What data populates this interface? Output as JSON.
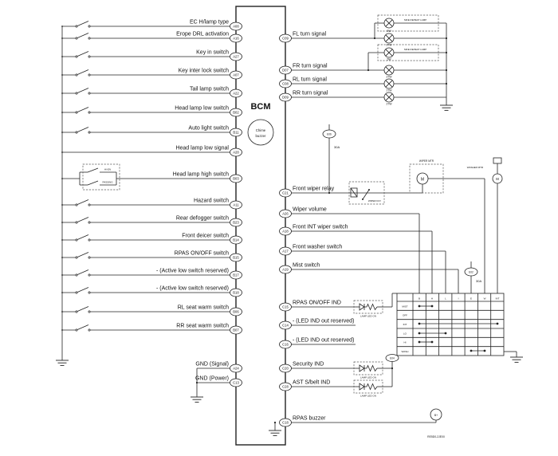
{
  "bcm": {
    "label": "BCM",
    "chime_line1": "Chime",
    "chime_line2": "buzzer"
  },
  "left_rows": [
    {
      "label": "EC H/lamp type",
      "pin": "A08"
    },
    {
      "label": "Erope DRL activation",
      "pin": "A16"
    },
    {
      "label": "Key in switch",
      "pin": "A27"
    },
    {
      "label": "Key inter lock switch",
      "pin": "A07"
    },
    {
      "label": "Tail lamp switch",
      "pin": "A22"
    },
    {
      "label": "Head lamp low switch",
      "pin": "B02"
    },
    {
      "label": "Auto light switch",
      "pin": "B11"
    },
    {
      "label": "Head lamp low signal",
      "pin": "A28"
    },
    {
      "label": "Head lamp high switch",
      "pin": "B03"
    },
    {
      "label": "Hazard switch",
      "pin": "A11"
    },
    {
      "label": "Rear defogger switch",
      "pin": "B23"
    },
    {
      "label": "Front deicer switch",
      "pin": "B14"
    },
    {
      "label": "RPAS ON/OFF switch",
      "pin": "B15"
    },
    {
      "label": "- (Active low switch reserved)",
      "pin": "B17"
    },
    {
      "label": "- (Active low switch reserved)",
      "pin": "B18"
    },
    {
      "label": "RL seat warm switch",
      "pin": "B06"
    },
    {
      "label": "RR seat warm switch",
      "pin": "B07"
    },
    {
      "label": "GND (Signal)",
      "pin": "A24"
    },
    {
      "label": "GND (Power)",
      "pin": "C13"
    }
  ],
  "right_rows": [
    {
      "label": "FL turn signal",
      "pin": "C09"
    },
    {
      "label": "FR turn signal",
      "pin": "D07"
    },
    {
      "label": "RL turn signal",
      "pin": "C08"
    },
    {
      "label": "RR turn signal",
      "pin": "D09"
    },
    {
      "label": "Front wiper relay",
      "pin": "C21"
    },
    {
      "label": "Wiper volume",
      "pin": "A26"
    },
    {
      "label": "Front INT wiper switch",
      "pin": "A18"
    },
    {
      "label": "Front washer switch",
      "pin": "A17"
    },
    {
      "label": "Mist switch",
      "pin": "A19"
    },
    {
      "label": "RPAS ON/OFF IND",
      "pin": "C15"
    },
    {
      "label": "- (LED IND out reserved)",
      "pin": "C14"
    },
    {
      "label": "- (LED IND out reserved)",
      "pin": "C16"
    },
    {
      "label": "Security IND",
      "pin": "C20"
    },
    {
      "label": "AST S/belt IND",
      "pin": "C28"
    },
    {
      "label": "RPAS buzzer",
      "pin": "C18"
    }
  ],
  "lamps": {
    "side_repeat_label": "SIDE REPEAT LAMP",
    "watts": [
      "5W",
      "27W",
      "5W",
      "27W",
      "27W",
      "27W"
    ]
  },
  "wiper": {
    "fuse1_ref": "E06",
    "fuse2_ref": "E02",
    "fuse_amp": "30A",
    "relay_label": "WIPER RLY",
    "motor_label": "WIPER MTR",
    "washer_label": "WASHER MTR",
    "motor_symbol": "M"
  },
  "ind": {
    "led_note": "LAMP LED ON",
    "connector_ref": "E04"
  },
  "hi_beam_box": {
    "hi_en": "HI-EN",
    "passing": "PASSING"
  },
  "buzzer": {
    "symbol": "B+",
    "part_no": "RE5D0-2JE00"
  },
  "switch_table": {
    "col_headers": [
      "B",
      "H",
      "L",
      "I",
      "E",
      "W",
      "INT"
    ],
    "row_headers": [
      "MIST",
      "OFF",
      "INT",
      "LO",
      "HI",
      "WASH"
    ]
  }
}
